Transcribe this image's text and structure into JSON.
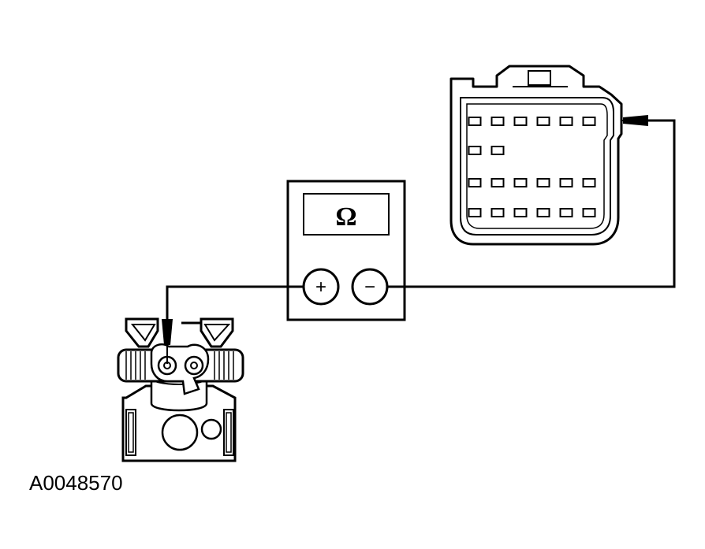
{
  "meter": {
    "display_symbol": "Ω",
    "positive_symbol": "+",
    "negative_symbol": "−"
  },
  "connector": {
    "pin_rows": [
      6,
      2,
      6,
      6
    ]
  },
  "figure": {
    "reference": "A0048570"
  },
  "colors": {
    "line": "#000000",
    "background": "#ffffff"
  }
}
